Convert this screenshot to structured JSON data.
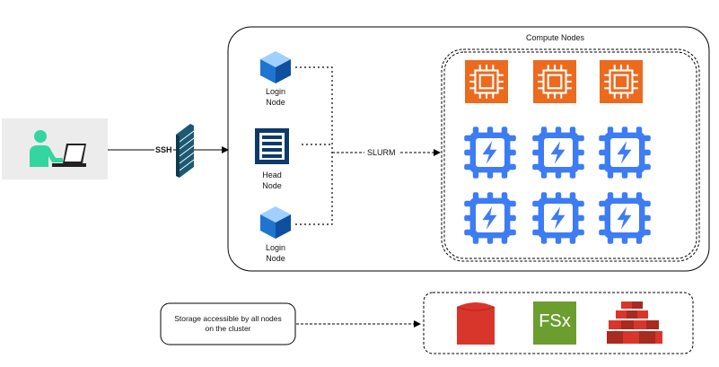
{
  "labels": {
    "ssh": "SSH",
    "slurm": "SLURM",
    "compute_title": "Compute Nodes",
    "login_node_top": "Login\nNode",
    "head_node": "Head\nNode",
    "login_node_bottom": "Login\nNode",
    "storage_note": "Storage accessible by all nodes\non the cluster",
    "fsx": "FSx"
  },
  "icons": {
    "user": "user-laptop-icon",
    "firewall": "firewall-icon",
    "login": "cube-icon",
    "head": "server-icon",
    "compute_orange": "ec2-instance-icon",
    "compute_blue": "cpu-processor-icon",
    "storage": [
      "ebs-volume-icon",
      "fsx-icon",
      "s3-bucket-icon"
    ]
  },
  "colors": {
    "orange": "#ec6a1e",
    "blue": "#3d7cf3",
    "green": "#33d6a0",
    "fsx_green": "#6b9e2f",
    "red": "#d9362b"
  }
}
